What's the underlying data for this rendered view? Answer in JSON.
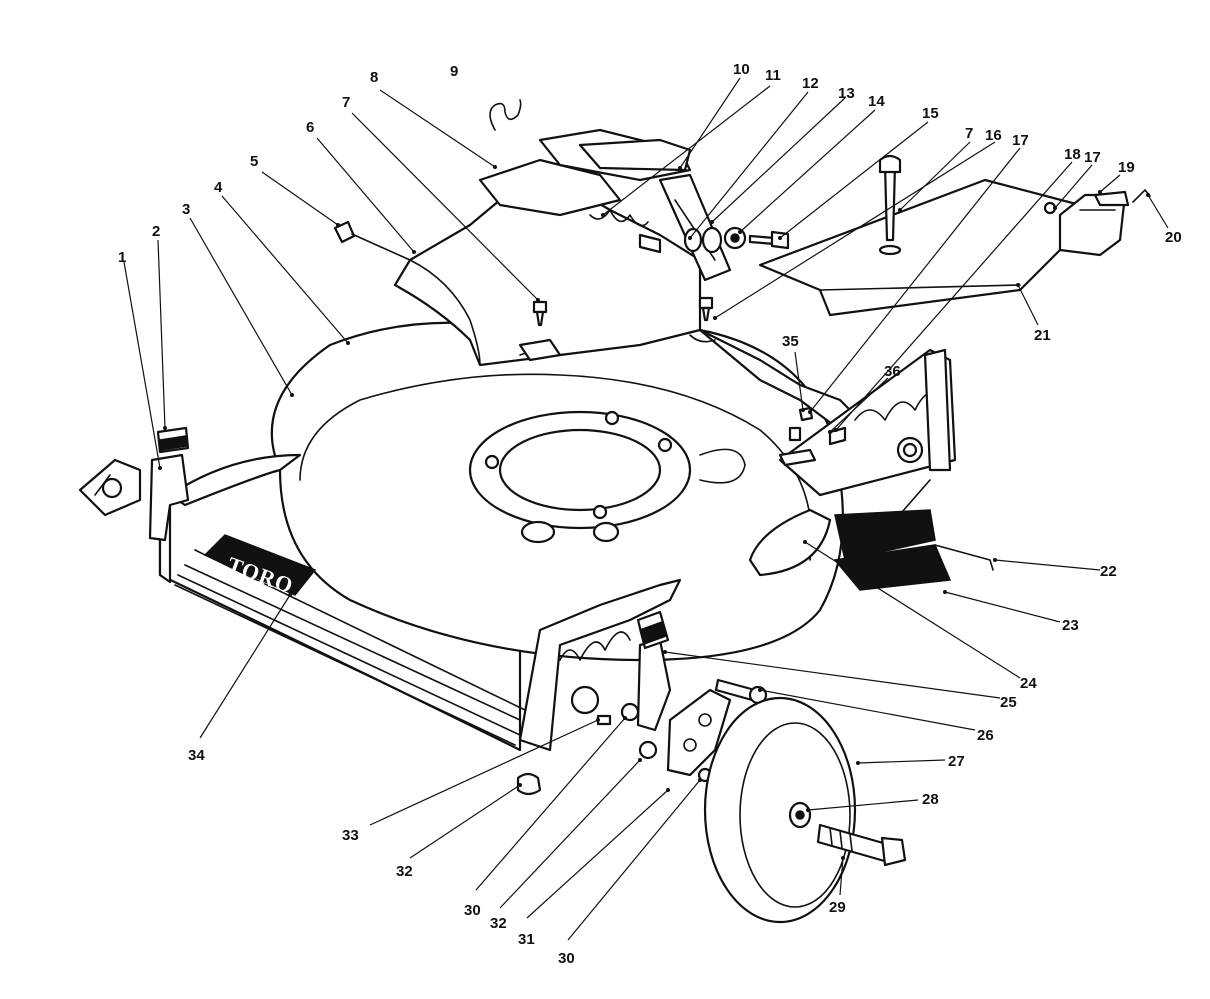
{
  "brand_logo": "TORO",
  "callouts": [
    {
      "id": "c1",
      "label": "1"
    },
    {
      "id": "c2",
      "label": "2"
    },
    {
      "id": "c3",
      "label": "3"
    },
    {
      "id": "c4",
      "label": "4"
    },
    {
      "id": "c5",
      "label": "5"
    },
    {
      "id": "c6",
      "label": "6"
    },
    {
      "id": "c7a",
      "label": "7"
    },
    {
      "id": "c8",
      "label": "8"
    },
    {
      "id": "c9",
      "label": "9"
    },
    {
      "id": "c10",
      "label": "10"
    },
    {
      "id": "c11",
      "label": "11"
    },
    {
      "id": "c12",
      "label": "12"
    },
    {
      "id": "c13",
      "label": "13"
    },
    {
      "id": "c14",
      "label": "14"
    },
    {
      "id": "c15",
      "label": "15"
    },
    {
      "id": "c7b",
      "label": "7"
    },
    {
      "id": "c16",
      "label": "16"
    },
    {
      "id": "c17a",
      "label": "17"
    },
    {
      "id": "c18",
      "label": "18"
    },
    {
      "id": "c17b",
      "label": "17"
    },
    {
      "id": "c19",
      "label": "19"
    },
    {
      "id": "c20",
      "label": "20"
    },
    {
      "id": "c21",
      "label": "21"
    },
    {
      "id": "c22",
      "label": "22"
    },
    {
      "id": "c23",
      "label": "23"
    },
    {
      "id": "c24",
      "label": "24"
    },
    {
      "id": "c25",
      "label": "25"
    },
    {
      "id": "c26",
      "label": "26"
    },
    {
      "id": "c27",
      "label": "27"
    },
    {
      "id": "c28",
      "label": "28"
    },
    {
      "id": "c29",
      "label": "29"
    },
    {
      "id": "c30a",
      "label": "30"
    },
    {
      "id": "c30b",
      "label": "30"
    },
    {
      "id": "c31",
      "label": "31"
    },
    {
      "id": "c32a",
      "label": "32"
    },
    {
      "id": "c32b",
      "label": "32"
    },
    {
      "id": "c33",
      "label": "33"
    },
    {
      "id": "c34",
      "label": "34"
    },
    {
      "id": "c35",
      "label": "35"
    },
    {
      "id": "c36",
      "label": "36"
    }
  ]
}
